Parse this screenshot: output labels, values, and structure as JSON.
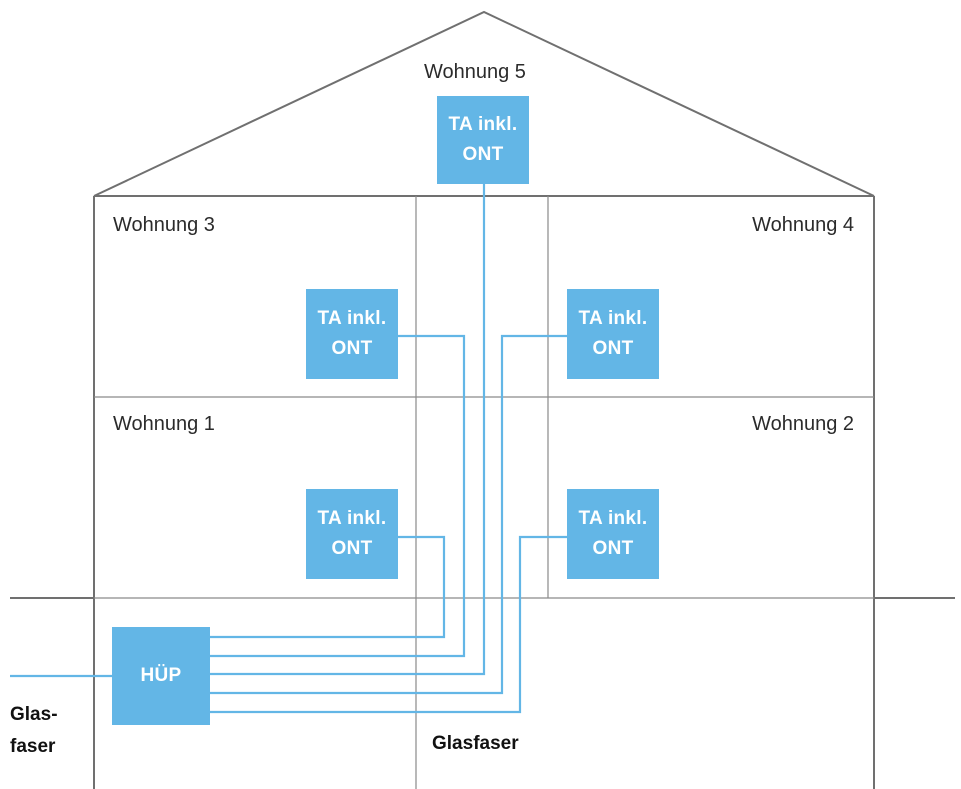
{
  "colors": {
    "structure": "#707070",
    "fiber": "#63b6e6",
    "box": "#63b6e6",
    "box_text": "#ffffff"
  },
  "apartments": {
    "w5": "Wohnung 5",
    "w3": "Wohnung 3",
    "w4": "Wohnung 4",
    "w1": "Wohnung 1",
    "w2": "Wohnung 2"
  },
  "ta_box": {
    "line1": "TA inkl.",
    "line2": "ONT"
  },
  "huep": "HÜP",
  "glasfaser_outside": {
    "line1": "Glas-",
    "line2": "faser"
  },
  "glasfaser_riser": "Glasfaser"
}
